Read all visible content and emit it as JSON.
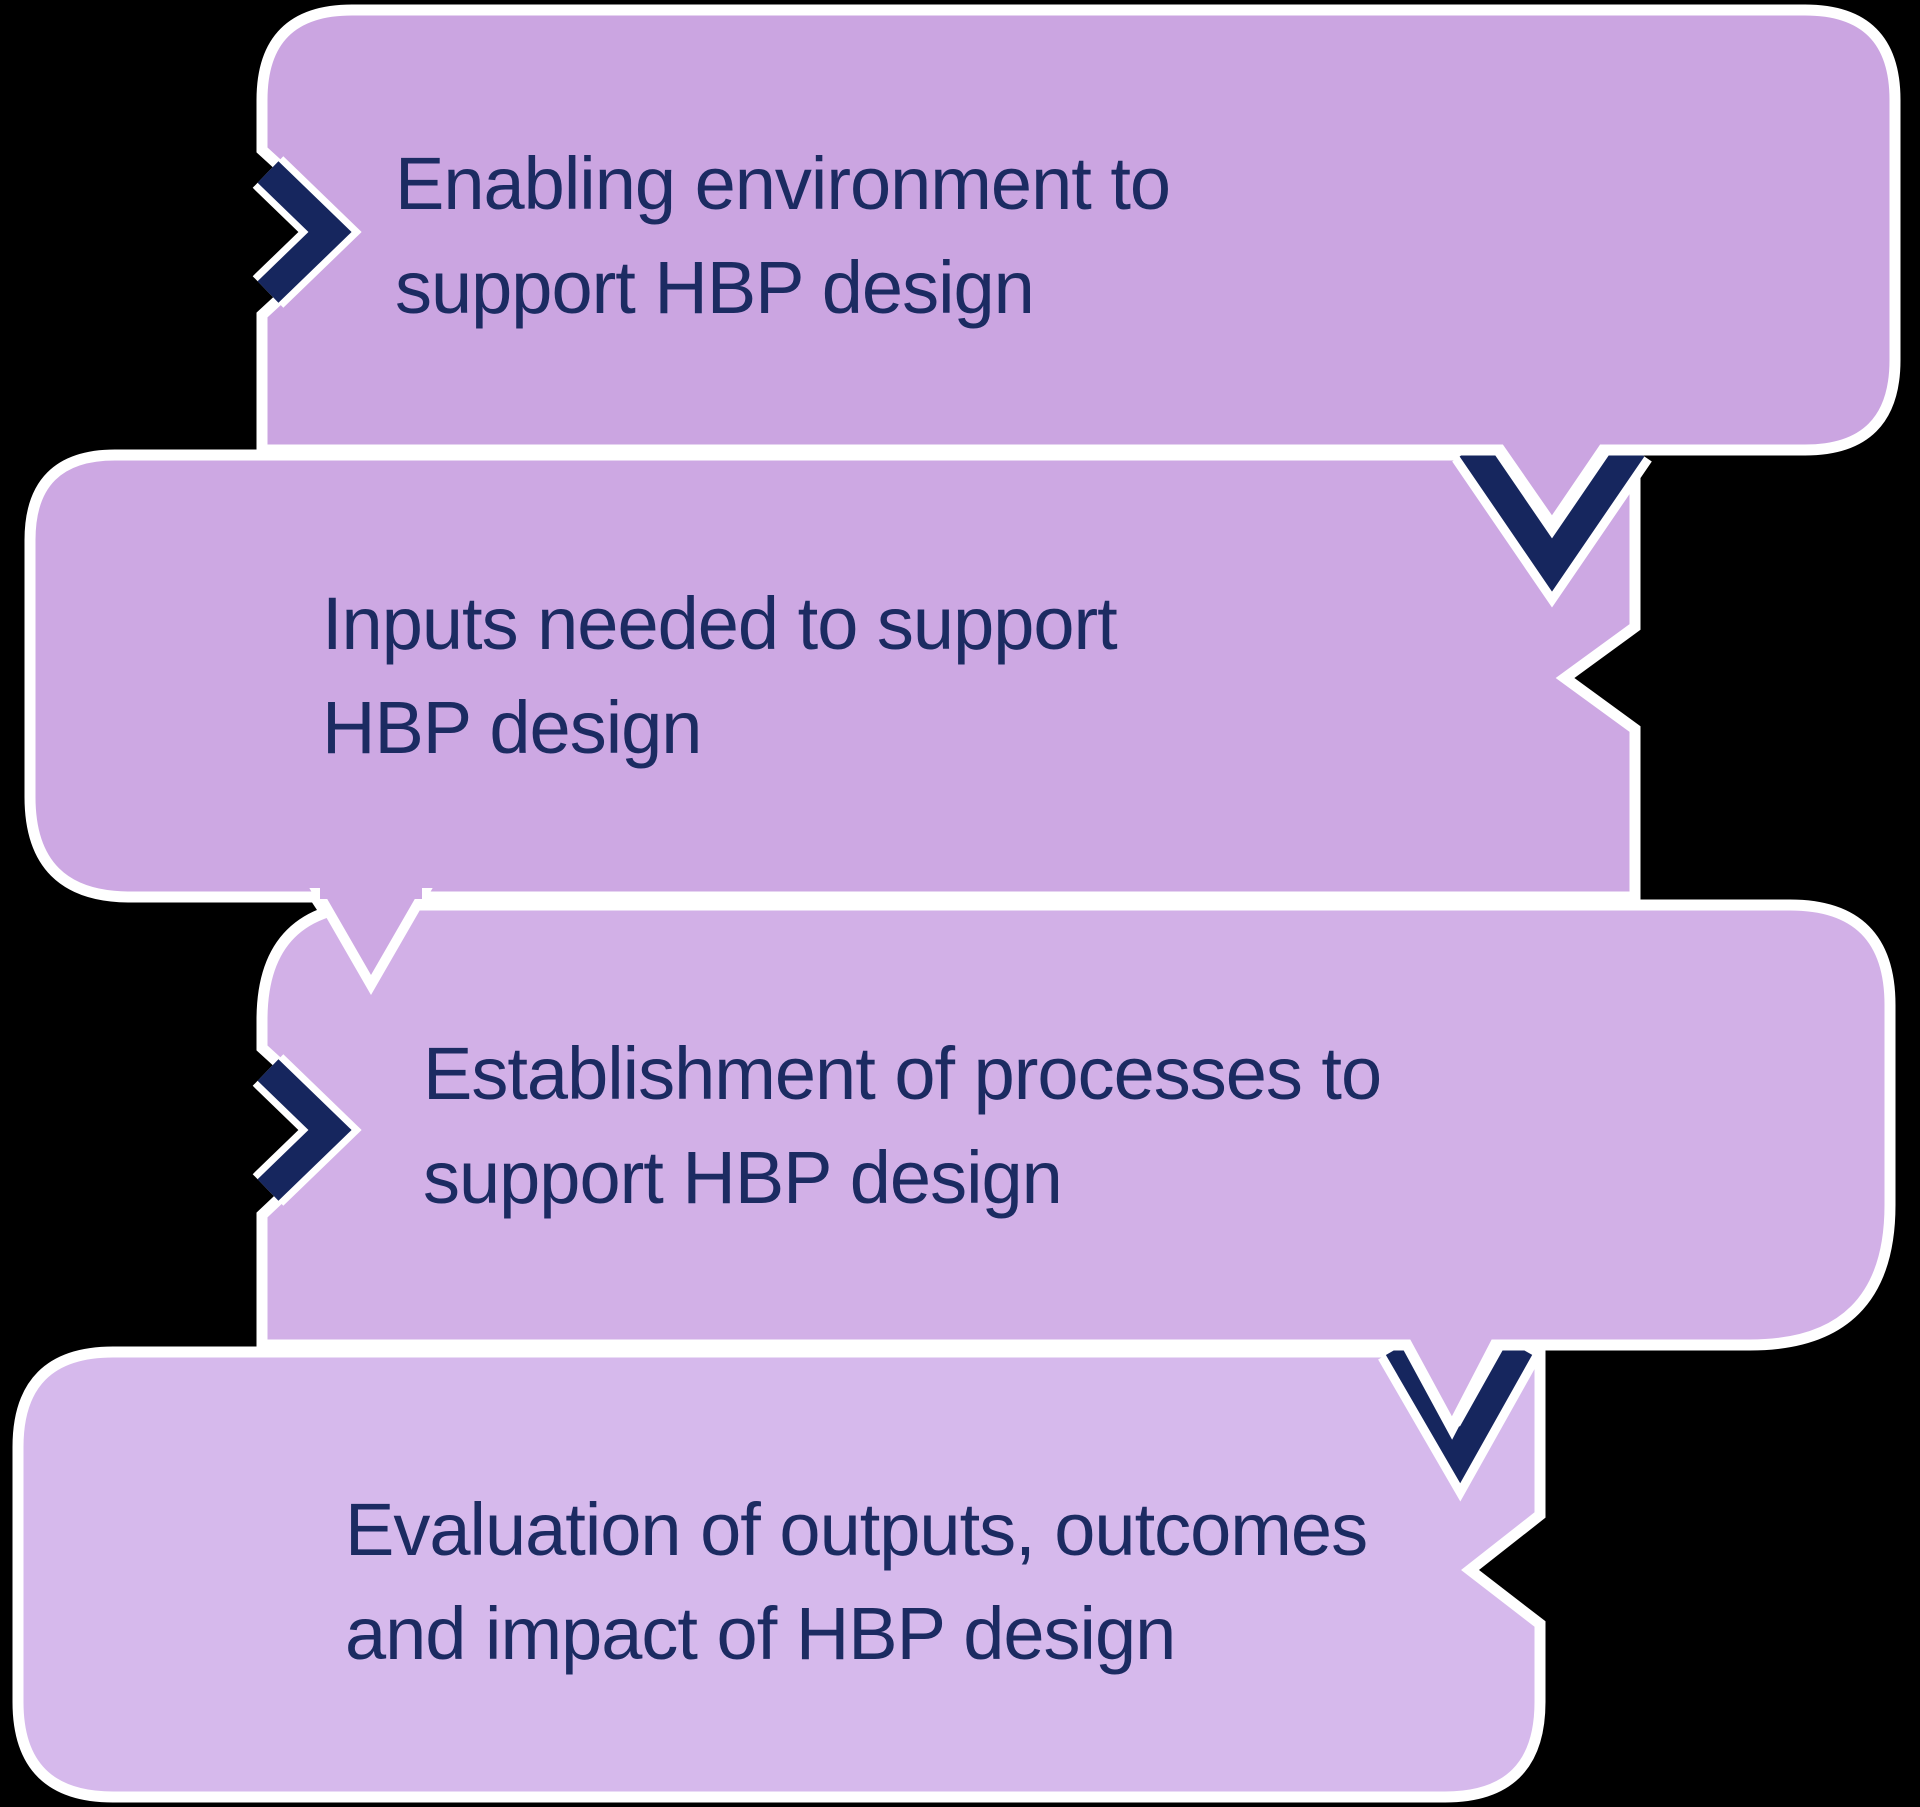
{
  "diagram": {
    "background_color": "#000000",
    "outline_color": "#ffffff",
    "chevron_color": "#16265e",
    "text_color": "#1c2b62",
    "steps": [
      {
        "order": 1,
        "lines": [
          "Enabling environment to",
          "support HBP design"
        ],
        "fill": "#cba5e1",
        "marker": "chevron-right"
      },
      {
        "order": 2,
        "lines": [
          "Inputs needed to support",
          "HBP design"
        ],
        "fill": "#cda8e3",
        "marker": "none"
      },
      {
        "order": 3,
        "lines": [
          "Establishment of processes to",
          "support HBP design"
        ],
        "fill": "#d2b0e7",
        "marker": "chevron-right"
      },
      {
        "order": 4,
        "lines": [
          "Evaluation of outputs, outcomes",
          "and impact of HBP design"
        ],
        "fill": "#d6b9ec",
        "marker": "none"
      }
    ],
    "connectors": [
      {
        "from": 1,
        "to": 2,
        "type": "chevron-down"
      },
      {
        "from": 2,
        "to": 3,
        "type": "tail"
      },
      {
        "from": 3,
        "to": 4,
        "type": "chevron-down"
      }
    ]
  }
}
